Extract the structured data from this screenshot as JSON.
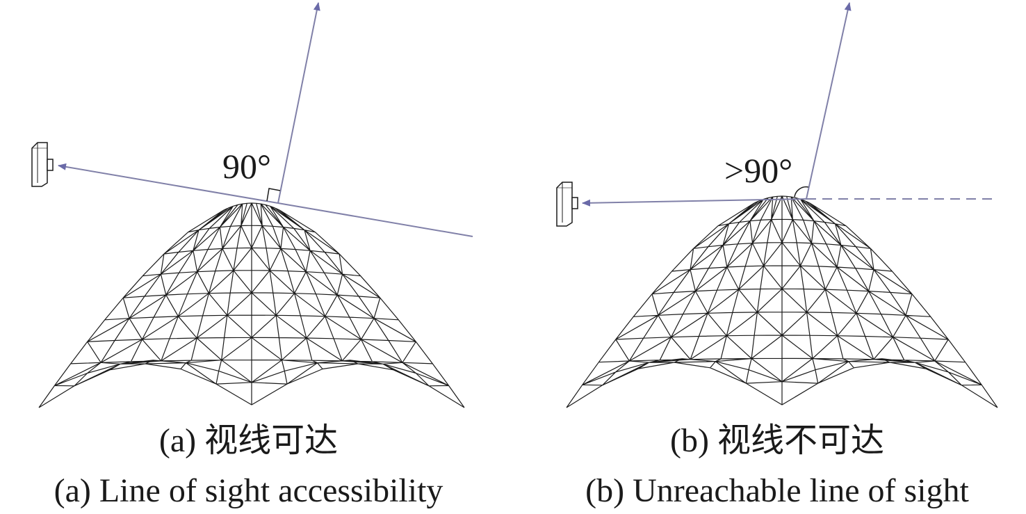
{
  "panel_a": {
    "angle_label": "90°",
    "caption_cn": "(a) 视线可达",
    "caption_en": "(a) Line of sight accessibility"
  },
  "panel_b": {
    "angle_label": ">90°",
    "caption_cn": "(b) 视线不可达",
    "caption_en": "(b) Unreachable line of sight"
  },
  "colors": {
    "ray": "#8080a8",
    "arrowhead": "#6a6aa8",
    "mesh": "#1a1a1a",
    "text": "#1a1a1a"
  },
  "icons": [
    "camera-icon",
    "camera-icon"
  ]
}
